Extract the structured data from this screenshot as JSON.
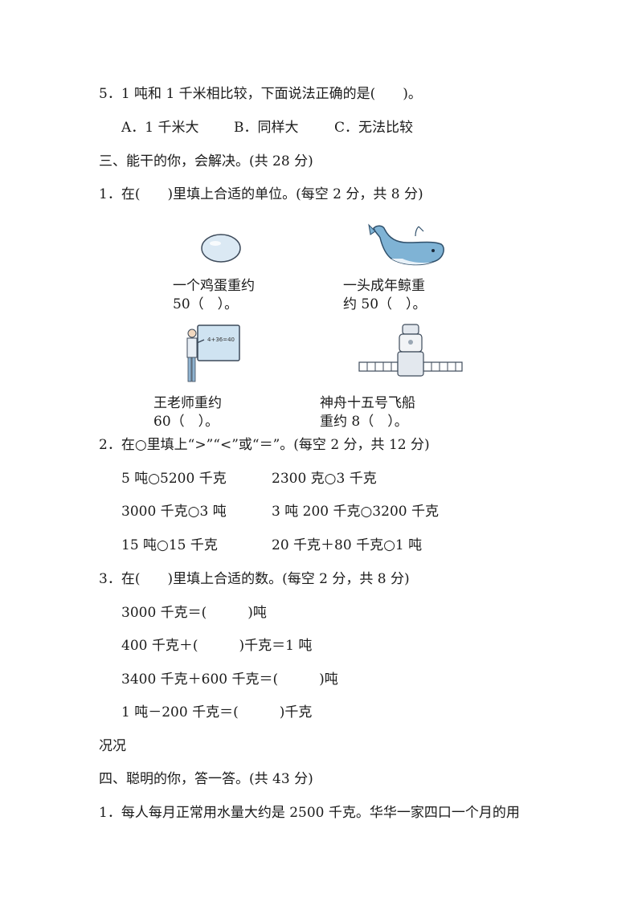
{
  "q5": {
    "stem": "5．1 吨和 1 千米相比较，下面说法正确的是(　　)。",
    "opt_a": "A．1 千米大",
    "opt_b": "B．同样大",
    "opt_c": "C．无法比较"
  },
  "section3": {
    "title": "三、能干的你，会解决。(共 28 分)"
  },
  "s3q1": {
    "stem": "1．在(　　)里填上合适的单位。(每空 2 分，共 8 分)",
    "egg": {
      "line1": "一个鸡蛋重约",
      "line2": "50（　）。"
    },
    "whale": {
      "line1": "一头成年鲸重",
      "line2": "约 50（　）。"
    },
    "teacher": {
      "line1": "王老师重约",
      "line2": "60（　）。",
      "board_text": "4+36=40"
    },
    "spaceship": {
      "line1": "神舟十五号飞船",
      "line2": "重约 8（　）。"
    }
  },
  "s3q2": {
    "stem": "2．在○里填上“>”“<”或“＝”。(每空 2 分，共 12 分)",
    "rows": [
      [
        "5 吨○5200 千克",
        "2300 克○3 千克"
      ],
      [
        "3000 千克○3 吨",
        "3 吨 200 千克○3200 千克"
      ],
      [
        "15 吨○15 千克",
        "20 千克＋80 千克○1 吨"
      ]
    ]
  },
  "s3q3": {
    "stem": "3．在(　　)里填上合适的数。(每空 2 分，共 8 分)",
    "lines": [
      "3000 千克＝(　　　)吨",
      "400 千克＋(　　　)千克＝1 吨",
      "3400 千克＋600 千克＝(　　　)吨",
      "1 吨－200 千克＝(　　　)千克"
    ]
  },
  "stray": "况况",
  "section4": {
    "title": "四、聪明的你，答一答。(共 43 分)"
  },
  "s4q1": {
    "stem": "1．每人每月正常用水量大约是 2500 千克。华华一家四口一个月的用"
  },
  "colors": {
    "text": "#1a1a1a",
    "egg_fill": "#dbe9f4",
    "whale_fill": "#7fb3d5",
    "board": "#cfe3f1"
  }
}
